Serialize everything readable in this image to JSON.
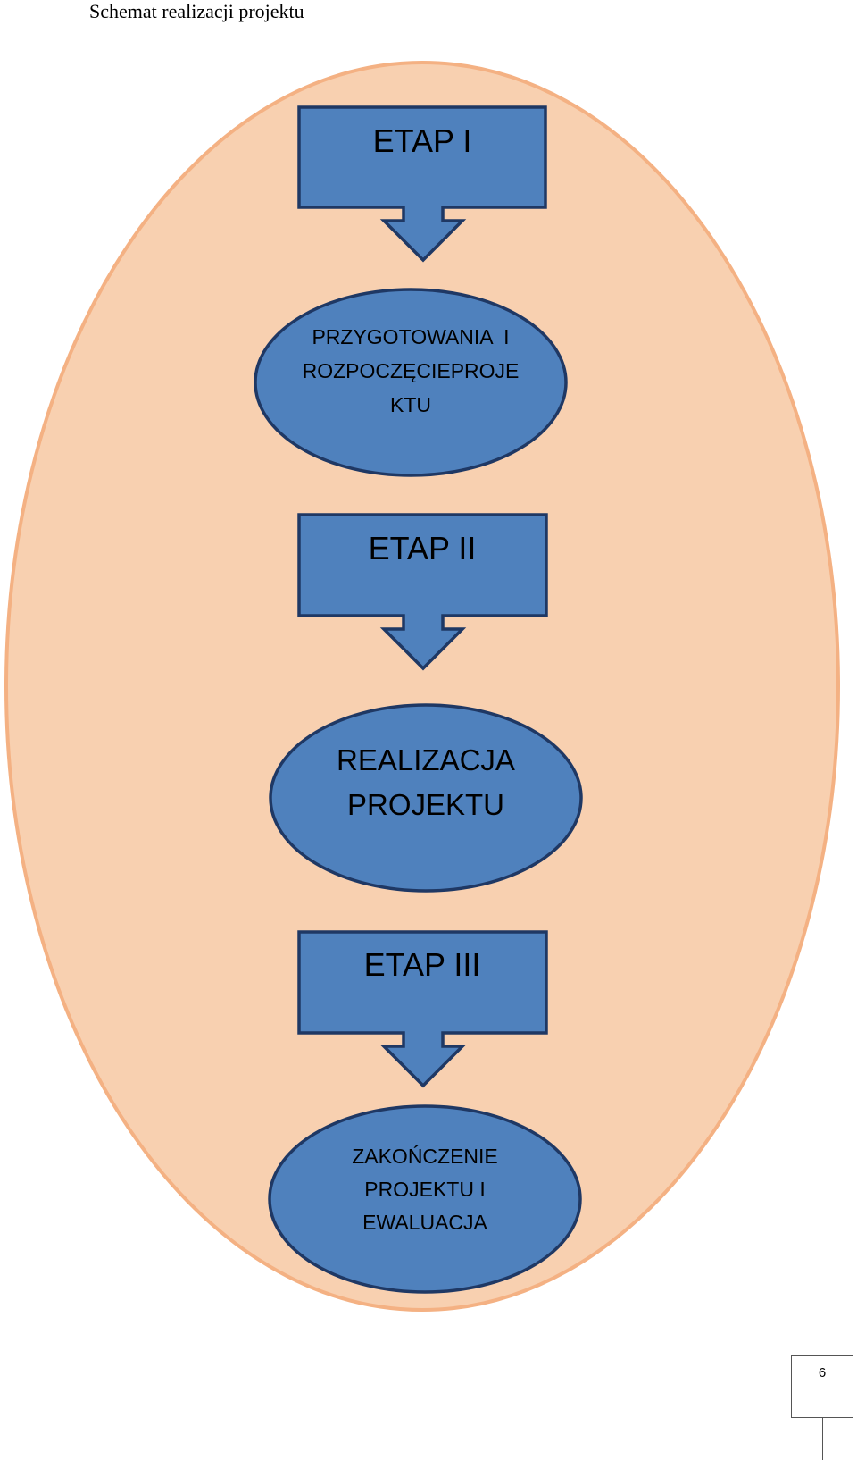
{
  "header": {
    "title": "Schemat realizacji projektu"
  },
  "colors": {
    "background_oval_fill": "#F8D0B0",
    "background_oval_stroke": "#F4B183",
    "shape_fill": "#4F81BD",
    "shape_stroke": "#1F3864"
  },
  "diagram": {
    "stages": [
      {
        "label": "ETAP I"
      },
      {
        "label": "ETAP II"
      },
      {
        "label": "ETAP III"
      }
    ],
    "phases": [
      {
        "lines": [
          "PRZYGOTOWANIA  I",
          "ROZPOCZĘCIEPROJE",
          "KTU"
        ]
      },
      {
        "lines": [
          "REALIZACJA",
          "PROJEKTU"
        ]
      },
      {
        "lines": [
          "ZAKOŃCZENIE",
          "PROJEKTU I",
          "EWALUACJA"
        ]
      }
    ]
  },
  "footer": {
    "page_number": "6"
  }
}
